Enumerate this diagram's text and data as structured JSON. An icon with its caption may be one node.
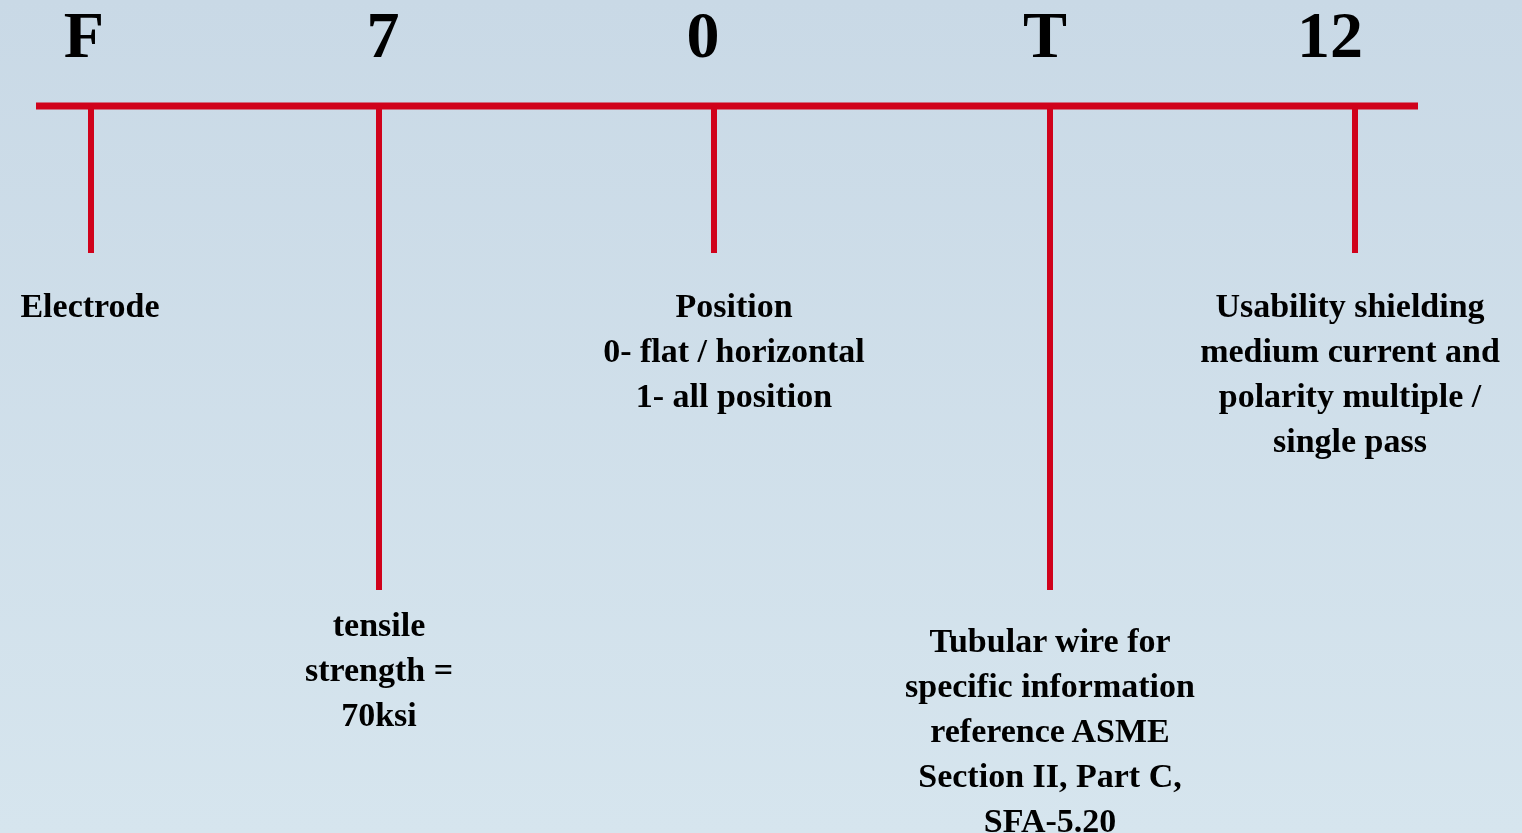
{
  "diagram": {
    "nodes": [
      {
        "text": [
          "F"
        ]
      },
      {
        "text": [
          "7"
        ]
      },
      {
        "text": [
          "0"
        ]
      },
      {
        "text": [
          "T"
        ]
      },
      {
        "text": [
          "12"
        ]
      },
      {
        "text": [
          "Electrode"
        ]
      },
      {
        "text": [
          "tensile strength = 70ksi"
        ]
      },
      {
        "text": [
          "Position",
          "0- flat / horizontal",
          "1- all position"
        ]
      },
      {
        "text": [
          "Tubular wire for specific information reference ASME Section II, Part C, SFA-5.20"
        ]
      },
      {
        "text": [
          "Usability shielding medium current and polarity multiple / single pass"
        ]
      }
    ],
    "edges": [
      {
        "from": 0,
        "to": 5,
        "arrow": "none"
      },
      {
        "from": 1,
        "to": 6,
        "arrow": "none"
      },
      {
        "from": 2,
        "to": 7,
        "arrow": "none"
      },
      {
        "from": 3,
        "to": 8,
        "arrow": "none"
      },
      {
        "from": 4,
        "to": 9,
        "arrow": "none"
      }
    ]
  }
}
